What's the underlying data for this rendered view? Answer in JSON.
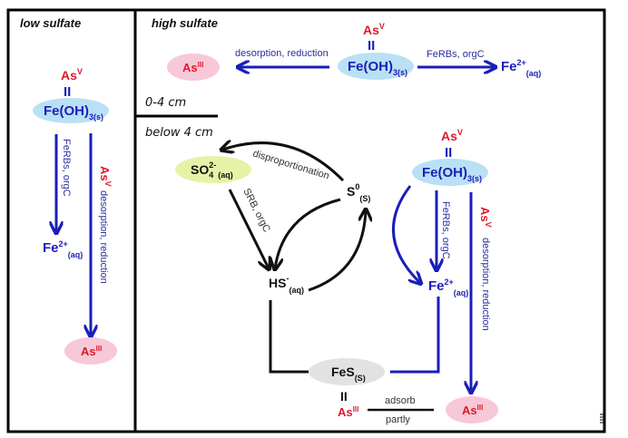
{
  "panels": {
    "low_sulfate": {
      "title": "low sulfate"
    },
    "high_sulfate": {
      "title": "high sulfate"
    }
  },
  "depths": {
    "shallow": "0-4 cm",
    "deep": "below 4 cm"
  },
  "species": {
    "as_v": {
      "base": "As",
      "sup": "V"
    },
    "as_iii": {
      "base": "As",
      "sup": "III"
    },
    "feoh3": {
      "base": "Fe(OH)",
      "sub": "3(s)"
    },
    "fe2": {
      "base": "Fe",
      "sup": "2+",
      "sub": "(aq)"
    },
    "so4": {
      "base": "SO",
      "sub_num": "4",
      "sup": "2-",
      "sub": "(aq)"
    },
    "s0": {
      "base": "S",
      "sup": "0",
      "sub": "(S)"
    },
    "hs": {
      "base": "HS",
      "sup": "-",
      "sub": "(aq)"
    },
    "fes": {
      "base": "FeS",
      "sub": "(S)"
    },
    "bond": "II"
  },
  "process_labels": {
    "ferbs_orgc": "FeRBs, orgC",
    "desorption_reduction": "desorption, reduction",
    "disproportionation": "disproportionation",
    "srb_orgc": "SRB, orgC",
    "adsorb": "adsorb",
    "partly": "partly"
  },
  "colors": {
    "iron_blue": "#1a1fb8",
    "arsenic_red": "#e0192a",
    "feoh3_fill": "#b9e0f5",
    "as_iii_fill": "#f7c8d8",
    "so4_fill": "#e6f2a6",
    "fes_fill": "#e2e2e2",
    "sulfur_black": "#111111"
  }
}
